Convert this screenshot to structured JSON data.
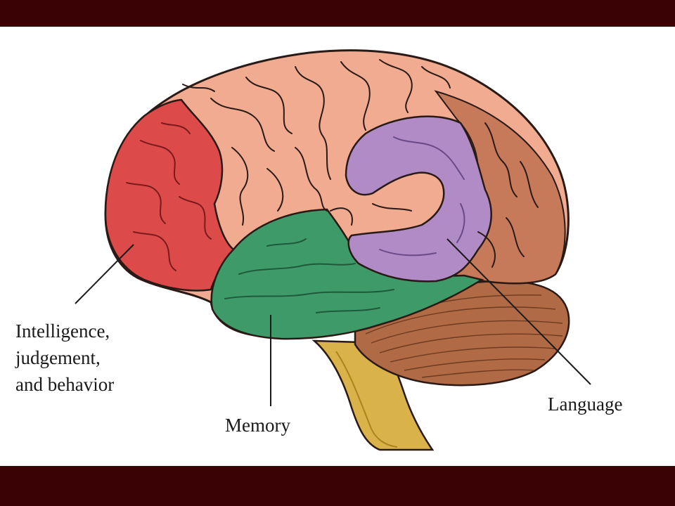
{
  "colors": {
    "frame": "#3a0204",
    "frontal": "#dd4a4a",
    "cortex": "#f0ab90",
    "temporal": "#3f9a6a",
    "language": "#b08bc6",
    "occipital": "#c77a5a",
    "cerebellum": "#b06a45",
    "brainstem": "#d9b24a",
    "outline": "#2a1a16"
  },
  "labels": {
    "frontal": [
      "Intelligence,",
      "judgement,",
      "and behavior"
    ],
    "memory": "Memory",
    "language": "Language"
  }
}
